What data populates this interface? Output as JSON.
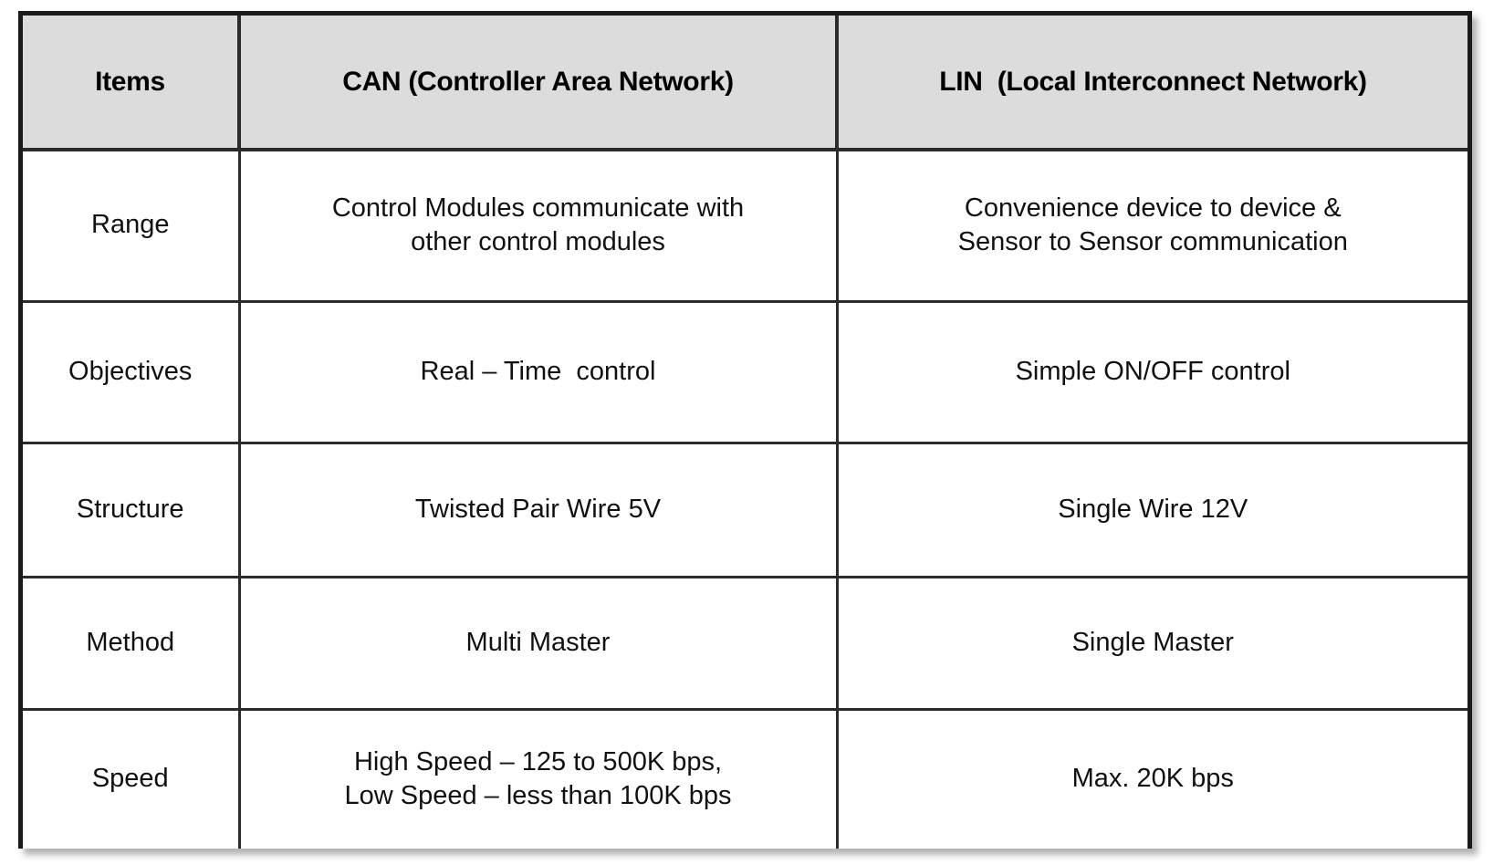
{
  "table": {
    "columns": [
      "Items",
      "CAN (Controller Area Network)",
      "LIN  (Local Interconnect Network)"
    ],
    "header": {
      "items": "Items",
      "can": "CAN (Controller Area Network)",
      "lin": "LIN  (Local Interconnect Network)"
    },
    "rows": [
      {
        "label": "Range",
        "can_lines": [
          "Control Modules communicate with",
          "other control modules"
        ],
        "lin_lines": [
          "Convenience device to device &",
          "Sensor to Sensor communication"
        ]
      },
      {
        "label": "Objectives",
        "can_lines": [
          "Real – Time  control"
        ],
        "lin_lines": [
          "Simple ON/OFF control"
        ]
      },
      {
        "label": "Structure",
        "can_lines": [
          "Twisted Pair Wire 5V"
        ],
        "lin_lines": [
          "Single Wire 12V"
        ]
      },
      {
        "label": "Method",
        "can_lines": [
          "Multi Master"
        ],
        "lin_lines": [
          "Single Master"
        ]
      },
      {
        "label": "Speed",
        "can_lines": [
          "High Speed – 125 to 500K bps,",
          "Low Speed – less than 100K bps"
        ],
        "lin_lines": [
          "Max. 20K bps"
        ]
      }
    ]
  },
  "colors": {
    "header_background": "#dcdcdc",
    "border": "#2b2b2b",
    "outer_border": "#1a1a1a",
    "cell_background": "#ffffff",
    "text": "#111111"
  }
}
